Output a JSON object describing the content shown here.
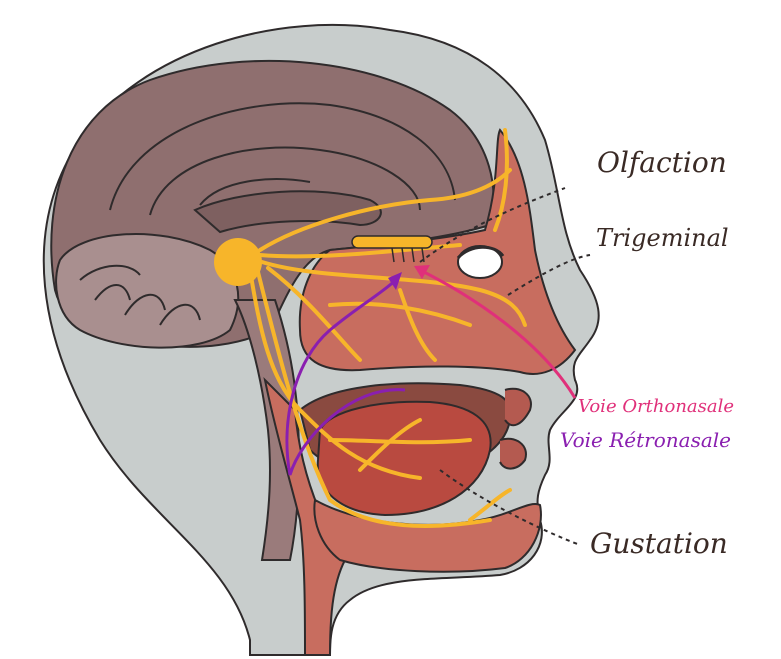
{
  "labels": {
    "olfaction": "Olfaction",
    "trigeminal": "Trigeminal",
    "orthonasal": "Voie Orthonasale",
    "retronasal": "Voie Rétronasale",
    "gustation": "Gustation"
  },
  "colors": {
    "background": "#ffffff",
    "skin": "#c8cdcc",
    "skin_outline": "#2f2b2c",
    "brain": "#8f6f6f",
    "cerebellum": "#a98f8f",
    "nasal_flesh": "#c86d5f",
    "tongue": "#b94a40",
    "nerve": "#f7b52a",
    "label_dark": "#3a2a25",
    "orthonasal_arrow": "#e0307a",
    "retronasal_arrow": "#8a1fb0"
  }
}
